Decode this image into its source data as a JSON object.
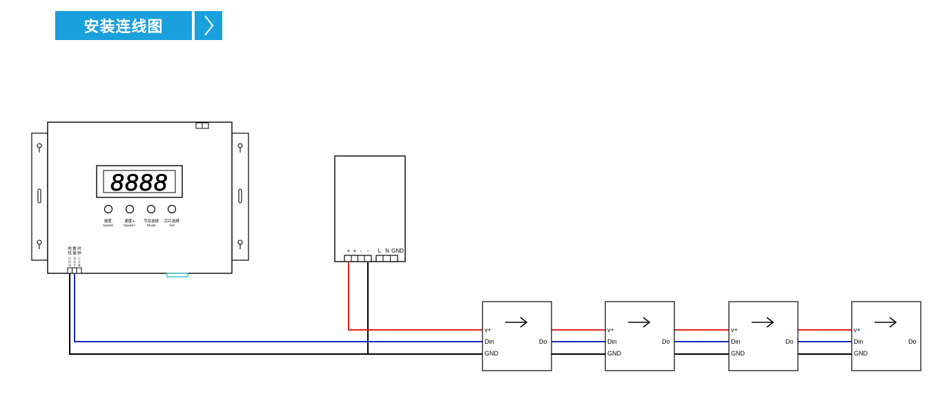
{
  "banner": {
    "title": "安装连线图",
    "arrow_icon": "chevron-right-icon",
    "color": "#1aa0dd"
  },
  "controller": {
    "display": "8888",
    "buttons": [
      {
        "cn": "速度-",
        "en": "Speed-"
      },
      {
        "cn": "速度+",
        "en": "Speed+"
      },
      {
        "cn": "节目选择",
        "en": "Mode"
      },
      {
        "cn": "芯片选择",
        "en": "Set"
      }
    ],
    "port_labels": [
      {
        "cn": "地线",
        "en": "GND"
      },
      {
        "cn": "数据",
        "en": "DAT"
      },
      {
        "cn": "时钟",
        "en": "CLK"
      }
    ]
  },
  "power_supply": {
    "left_terminals": [
      "+",
      "+",
      "-",
      "-"
    ],
    "right_terminals": [
      "L",
      "N",
      "GND"
    ]
  },
  "pixels": {
    "count": 4,
    "vplus_label": "v+",
    "din_label": "Din",
    "gnd_label": "GND",
    "do_label": "Do",
    "direction_icon": "arrow-right-icon"
  },
  "colors": {
    "power": "#e31b1b",
    "data": "#1426c8",
    "ground": "#000000",
    "accent": "#1aa0dd"
  }
}
